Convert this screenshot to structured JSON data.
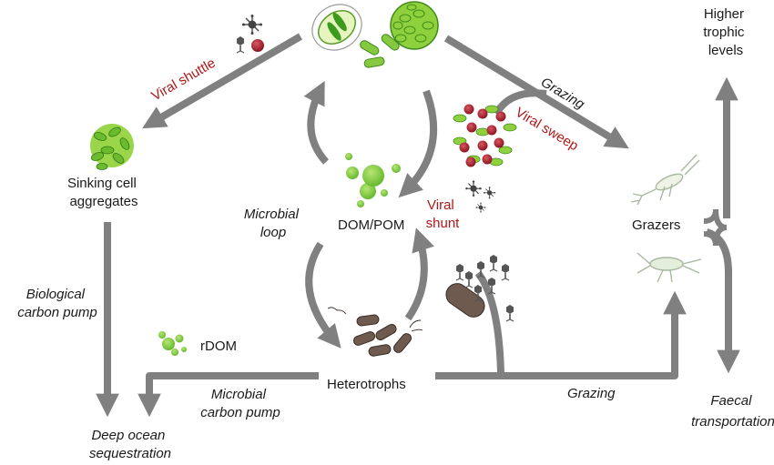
{
  "labels": {
    "higher_trophic": [
      "Higher",
      "trophic",
      "levels"
    ],
    "grazing_top": "Grazing",
    "viral_shuttle": "Viral shuttle",
    "viral_sweep": "Viral sweep",
    "sinking": [
      "Sinking cell",
      "aggregates"
    ],
    "microbial_loop": [
      "Microbial",
      "loop"
    ],
    "dom_pom": "DOM/POM",
    "viral_shunt": [
      "Viral",
      "shunt"
    ],
    "grazers": "Grazers",
    "biological_pump": [
      "Biological",
      "carbon pump"
    ],
    "rdom": "rDOM",
    "heterotrophs": "Heterotrophs",
    "microbial_pump": [
      "Microbial",
      "carbon pump"
    ],
    "grazing_bottom": "Grazing",
    "faecal": [
      "Faecal",
      "transportation"
    ],
    "deep_ocean": [
      "Deep ocean",
      "sequestration"
    ]
  },
  "colors": {
    "arrow": "#808080",
    "viral_text": "#b01818",
    "green_dark": "#3e9a1c",
    "green_light": "#9ad54a",
    "virus_red": "#a8202e",
    "bacteria_brown": "#6e5a4e",
    "grazer_outline": "#a9b8a0"
  },
  "icons": [
    "phytoplankton-icon",
    "diatom-icon",
    "virus-icon",
    "bacteria-icon",
    "copepod-icon",
    "bubble-cluster-icon"
  ]
}
